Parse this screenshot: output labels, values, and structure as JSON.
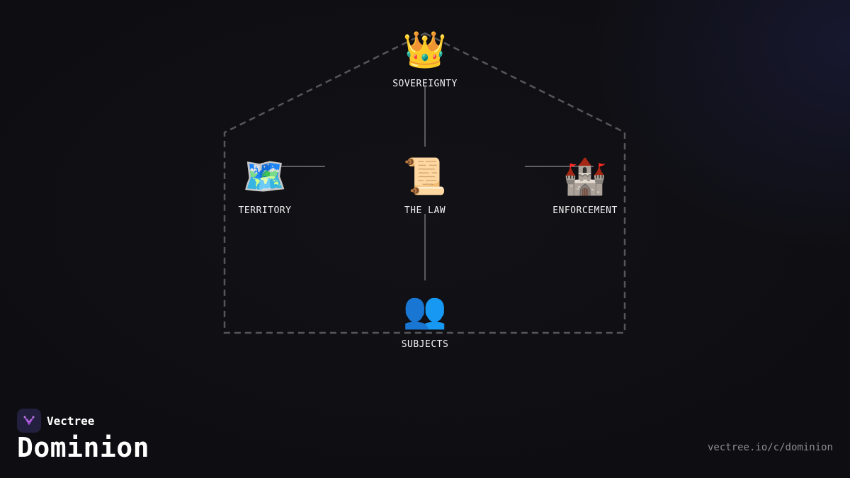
{
  "diagram": {
    "nodes": {
      "sovereignty": {
        "label": "SOVEREIGNTY",
        "icon": "👑",
        "icon_name": "crown-icon"
      },
      "law": {
        "label": "THE LAW",
        "icon": "📜",
        "icon_name": "scroll-icon"
      },
      "territory": {
        "label": "TERRITORY",
        "icon": "🗺️",
        "icon_name": "world-map-icon"
      },
      "enforcement": {
        "label": "ENFORCEMENT",
        "icon": "🏰",
        "icon_name": "castle-icon"
      },
      "subjects": {
        "label": "SUBJECTS",
        "icon": "👥",
        "icon_name": "people-icon"
      }
    },
    "colors": {
      "outline": "#55555c",
      "connector": "#8c8c92",
      "background": "#0e0e12"
    }
  },
  "footer": {
    "brand_name": "Vectree",
    "title": "Dominion",
    "url": "vectree.io/c/dominion",
    "brand_accent": "#a24bd6"
  }
}
